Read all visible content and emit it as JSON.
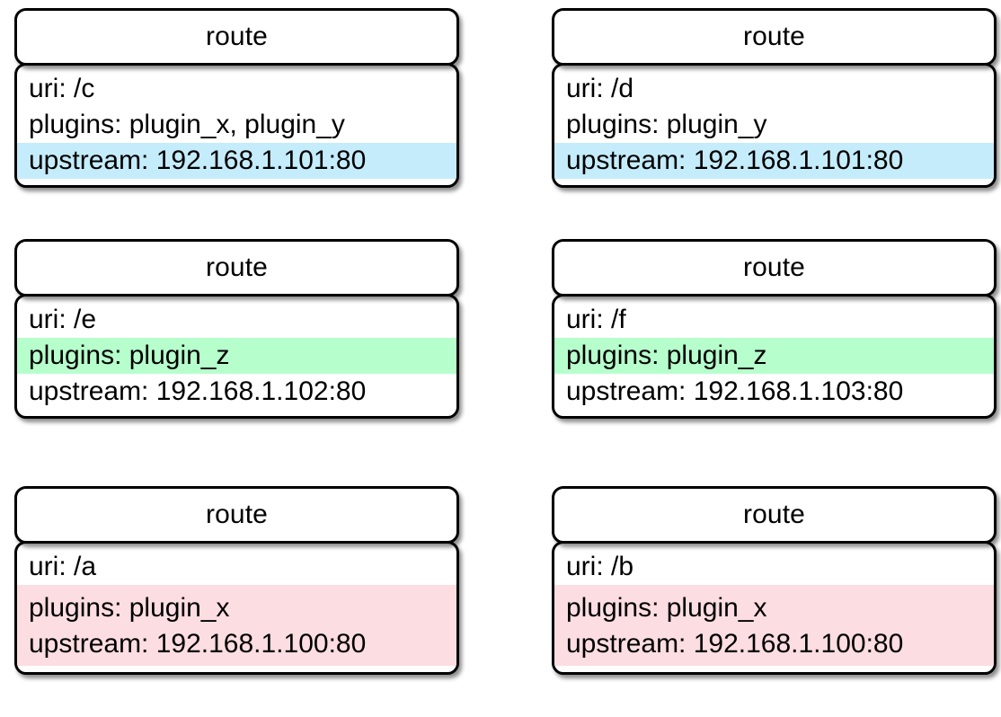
{
  "page": {
    "background": "#ffffff",
    "layout": "2-column grid of UML-style route class boxes",
    "columns": 2,
    "rows": 3
  },
  "palette": {
    "highlight_blue": "#c5ecfb",
    "highlight_green": "#b6ffcc",
    "highlight_pink": "#fcdde1",
    "border": "#000000",
    "card_background": "#ffffff",
    "text": "#000000"
  },
  "cards": [
    {
      "id": "route-c",
      "title": "route",
      "highlight": "blue",
      "rows": [
        {
          "label": "uri",
          "text": "uri: /c",
          "highlight": "none"
        },
        {
          "label": "plugins",
          "text": "plugins: plugin_x, plugin_y",
          "highlight": "none"
        },
        {
          "label": "upstream",
          "text": "upstream: 192.168.1.101:80",
          "highlight": "blue"
        }
      ]
    },
    {
      "id": "route-d",
      "title": "route",
      "highlight": "blue",
      "rows": [
        {
          "label": "uri",
          "text": "uri: /d",
          "highlight": "none"
        },
        {
          "label": "plugins",
          "text": "plugins: plugin_y",
          "highlight": "none"
        },
        {
          "label": "upstream",
          "text": "upstream: 192.168.1.101:80",
          "highlight": "blue"
        }
      ]
    },
    {
      "id": "route-e",
      "title": "route",
      "highlight": "green",
      "rows": [
        {
          "label": "uri",
          "text": "uri: /e",
          "highlight": "none"
        },
        {
          "label": "plugins",
          "text": "plugins: plugin_z",
          "highlight": "green"
        },
        {
          "label": "upstream",
          "text": "upstream: 192.168.1.102:80",
          "highlight": "none"
        }
      ]
    },
    {
      "id": "route-f",
      "title": "route",
      "highlight": "green",
      "rows": [
        {
          "label": "uri",
          "text": "uri: /f",
          "highlight": "none"
        },
        {
          "label": "plugins",
          "text": "plugins: plugin_z",
          "highlight": "green"
        },
        {
          "label": "upstream",
          "text": "upstream: 192.168.1.103:80",
          "highlight": "none"
        }
      ]
    },
    {
      "id": "route-a",
      "title": "route",
      "highlight": "pink",
      "rows": [
        {
          "label": "uri",
          "text": "uri: /a",
          "highlight": "none"
        },
        {
          "label": "plugins",
          "text": "plugins: plugin_x",
          "highlight": "pink"
        },
        {
          "label": "upstream",
          "text": "upstream: 192.168.1.100:80",
          "highlight": "pink"
        }
      ]
    },
    {
      "id": "route-b",
      "title": "route",
      "highlight": "pink",
      "rows": [
        {
          "label": "uri",
          "text": "uri: /b",
          "highlight": "none"
        },
        {
          "label": "plugins",
          "text": "plugins: plugin_x",
          "highlight": "pink"
        },
        {
          "label": "upstream",
          "text": "upstream: 192.168.1.100:80",
          "highlight": "pink"
        }
      ]
    }
  ]
}
